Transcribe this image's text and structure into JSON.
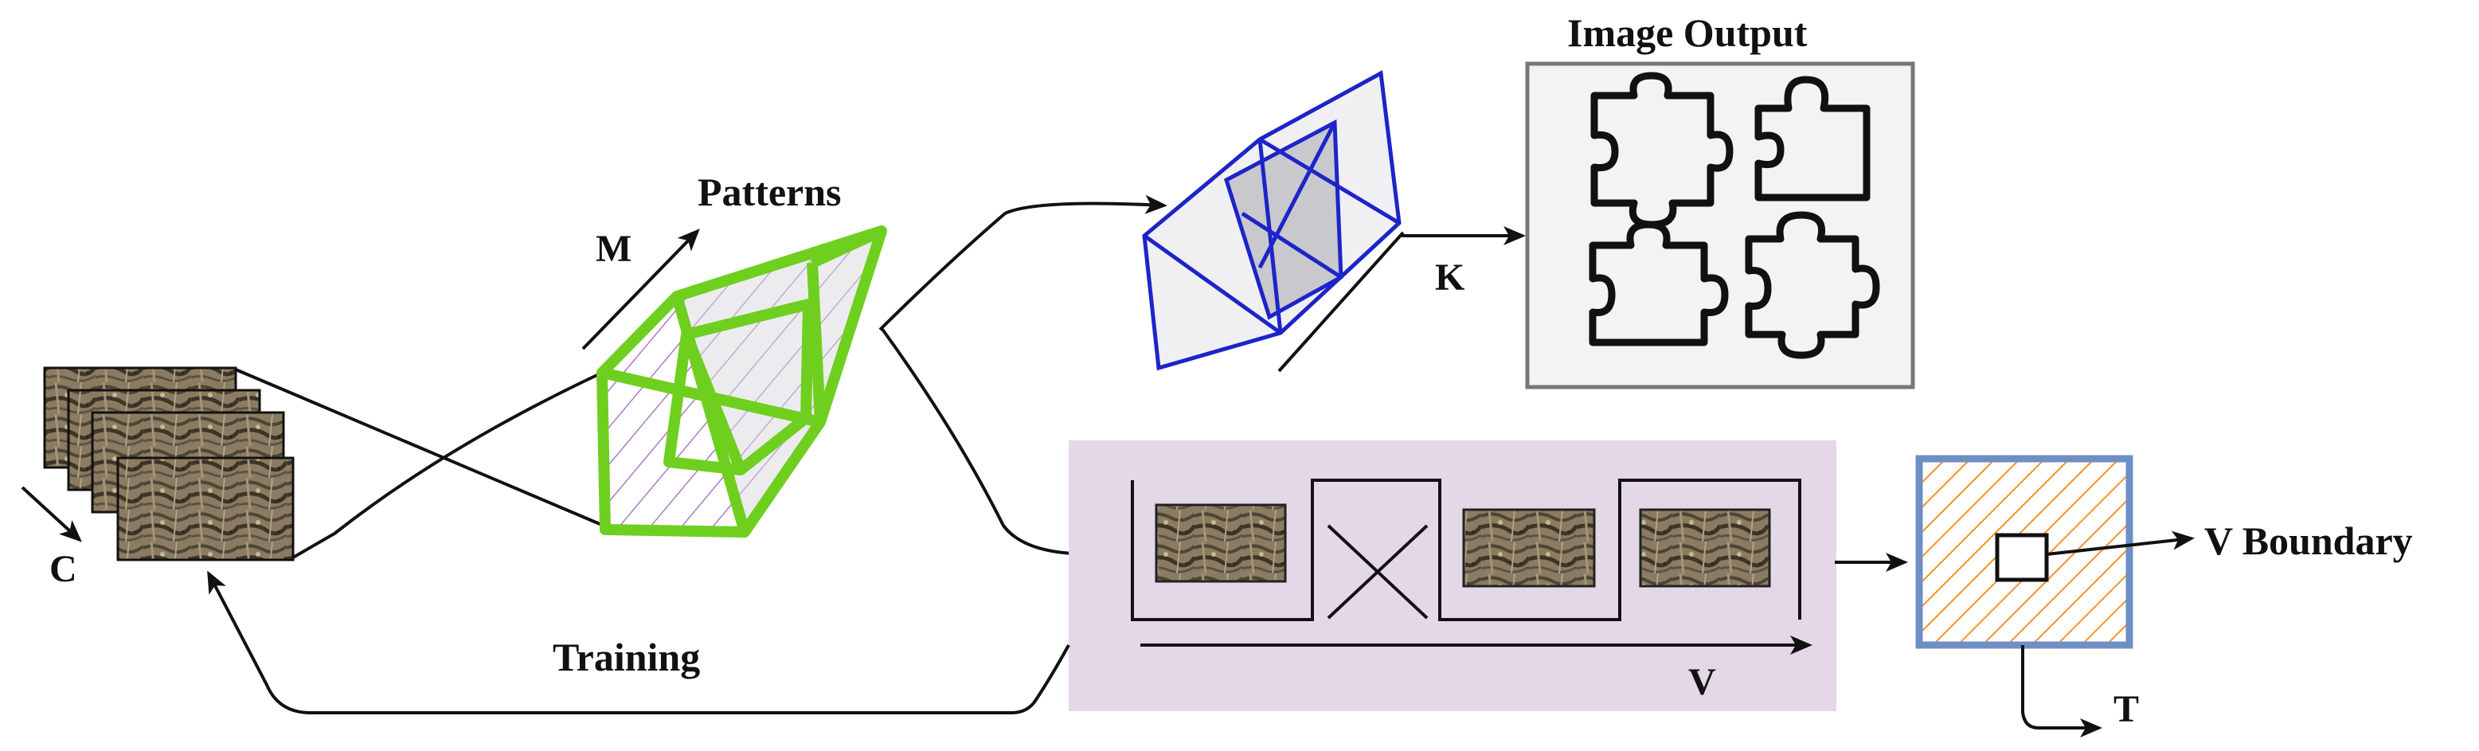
{
  "labels": {
    "patterns": "Patterns",
    "m": "M",
    "c": "C",
    "k": "K",
    "image_output": "Image Output",
    "training": "Training",
    "v": "V",
    "v_boundary": "V Boundary",
    "t": "T"
  },
  "colors": {
    "green_box": "#6fcf1f",
    "hatch_purple": "#a675c4",
    "blue_box": "#1d24c8",
    "output_panel_fill": "#f3f3f3",
    "output_panel_border": "#777777",
    "pipeline_panel_fill": "#e4d7e7",
    "orange_hatch": "#f6932a",
    "boundary_border": "#6e8fc4",
    "texture_base": "#8a7b62"
  },
  "icons": [
    "puzzle-piece-icon",
    "bark-texture-thumbnail"
  ]
}
